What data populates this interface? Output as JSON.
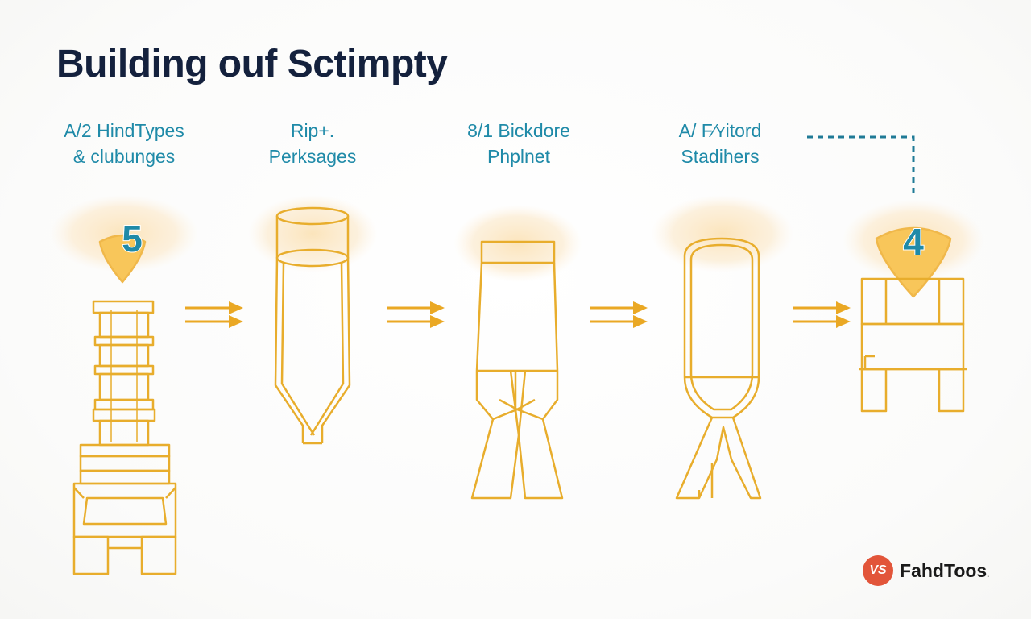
{
  "title": "Building ouf Sctimpty",
  "steps": [
    {
      "line1": "A/2 HindTypes",
      "line2": "& clubunges"
    },
    {
      "line1": "Rip+.",
      "line2": "Perksages"
    },
    {
      "line1": "8/1 Bickdore",
      "line2": "Phplnet"
    },
    {
      "line1": "A/ F⁄ʏitord",
      "line2": "Stadihers"
    }
  ],
  "badges": {
    "first": "5",
    "last": "4"
  },
  "brand": {
    "logo_text": "VS",
    "name": "FahdToos",
    "suffix": "."
  },
  "colors": {
    "outline": "#e8ad2c",
    "arrow": "#eaa824",
    "glow": "#fbe9c9",
    "badge_fill": "#f8c65a",
    "label": "#1f8aa8",
    "title": "#14213d",
    "brand_logo": "#e2553a"
  }
}
